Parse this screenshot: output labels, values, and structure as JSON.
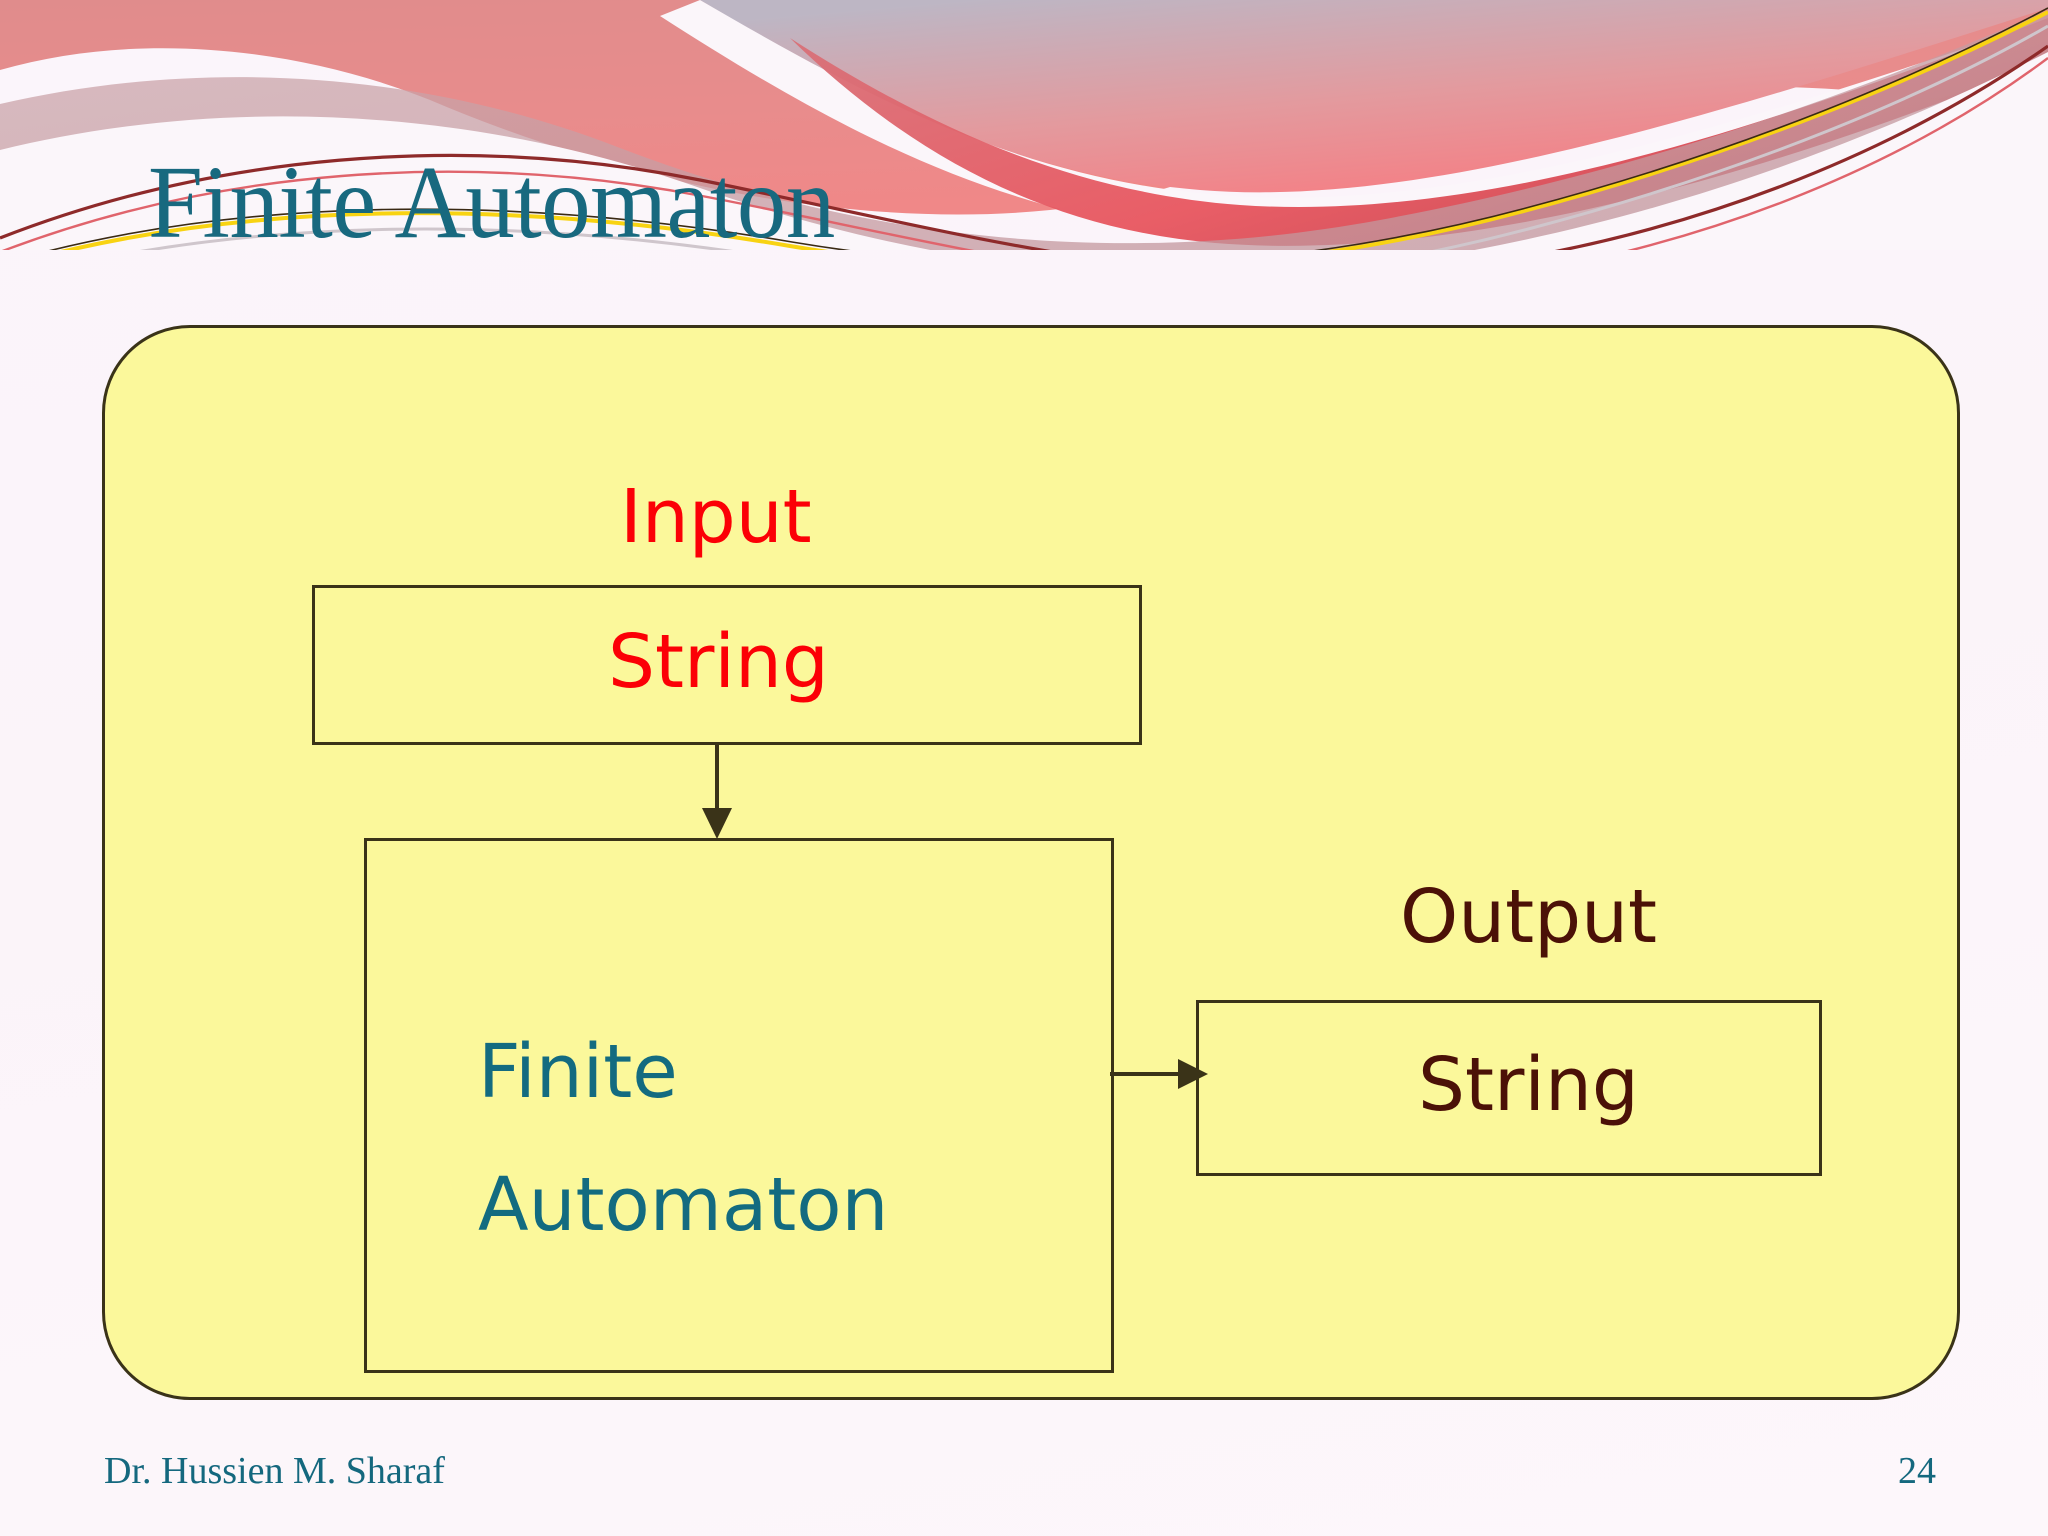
{
  "slide": {
    "title": "Finite Automaton",
    "background_color": "#fbf5fb",
    "title_color": "#18697f"
  },
  "diagram": {
    "container_fill": "#fbf89b",
    "container_border": "#3a3318",
    "input": {
      "label": "Input",
      "box_text": "String",
      "color": "#fb0006"
    },
    "processor": {
      "line1": "Finite",
      "line2": "Automaton",
      "color": "#136b80"
    },
    "output": {
      "label": "Output",
      "box_text": "String",
      "color": "#4b1107"
    },
    "arrows": {
      "input_to_processor": "arrow-down",
      "processor_to_output": "arrow-right"
    }
  },
  "footer": {
    "author": "Dr. Hussien M. Sharaf",
    "page_number": "24",
    "color": "#14687e"
  }
}
